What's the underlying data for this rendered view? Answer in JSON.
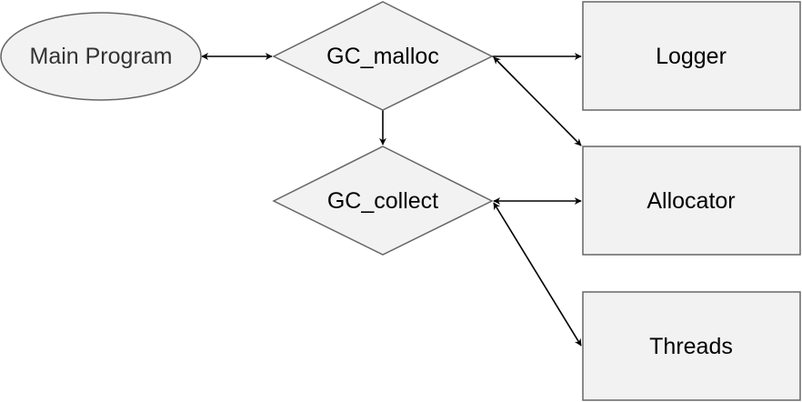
{
  "diagram": {
    "nodes": {
      "main_program": {
        "label": "Main Program",
        "shape": "ellipse"
      },
      "gc_malloc": {
        "label": "GC_malloc",
        "shape": "diamond"
      },
      "gc_collect": {
        "label": "GC_collect",
        "shape": "diamond"
      },
      "logger": {
        "label": "Logger",
        "shape": "rectangle"
      },
      "allocator": {
        "label": "Allocator",
        "shape": "rectangle"
      },
      "threads": {
        "label": "Threads",
        "shape": "rectangle"
      }
    },
    "edges": [
      {
        "from": "main_program",
        "to": "gc_malloc",
        "direction": "both"
      },
      {
        "from": "gc_malloc",
        "to": "logger",
        "direction": "forward"
      },
      {
        "from": "gc_malloc",
        "to": "allocator",
        "direction": "both"
      },
      {
        "from": "gc_malloc",
        "to": "gc_collect",
        "direction": "forward"
      },
      {
        "from": "gc_collect",
        "to": "allocator",
        "direction": "both"
      },
      {
        "from": "gc_collect",
        "to": "threads",
        "direction": "both"
      }
    ],
    "colors": {
      "node_fill": "#f2f2f2",
      "node_stroke": "#666666",
      "edge": "#000000",
      "ellipse_text": "#333333"
    }
  }
}
